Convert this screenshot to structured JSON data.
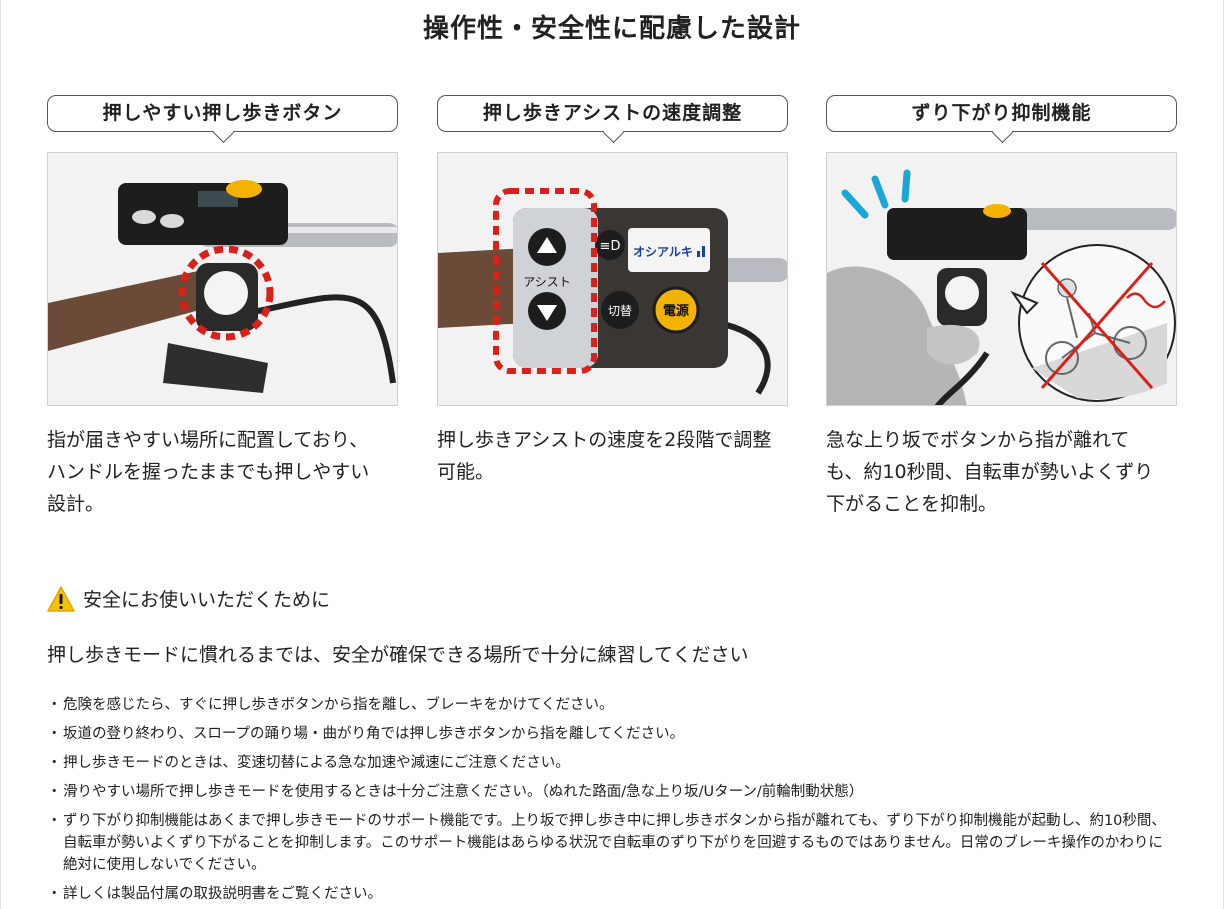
{
  "page": {
    "title": "操作性・安全性に配慮した設計"
  },
  "features": [
    {
      "label": "押しやすい押し歩きボタン",
      "desc_lines": [
        "指が届きやすい場所に配置しており、",
        "ハンドルを握ったままでも押しやすい",
        "設計。"
      ]
    },
    {
      "label": "押し歩きアシストの速度調整",
      "desc_lines": [
        "押し歩きアシストの速度を2段階で調整",
        "可能。"
      ],
      "panel": {
        "assist_label": "アシスト",
        "display_text": "オシアルキ",
        "switch_label": "切替",
        "power_label": "電源"
      }
    },
    {
      "label": "ずり下がり抑制機能",
      "desc_lines": [
        "急な上り坂でボタンから指が離れて",
        "も、約10秒間、自転車が勢いよくずり",
        "下がることを抑制。"
      ]
    }
  ],
  "safety": {
    "heading": "安全にお使いいただくために",
    "lead": "押し歩きモードに慣れるまでは、安全が確保できる場所で十分に練習してください",
    "notes": [
      "危険を感じたら、すぐに押し歩きボタンから指を離し、ブレーキをかけてください。",
      "坂道の登り終わり、スロープの踊り場・曲がり角では押し歩きボタンから指を離してください。",
      "押し歩きモードのときは、変速切替による急な加速や減速にご注意ください。",
      "滑りやすい場所で押し歩きモードを使用するときは十分ご注意ください。（ぬれた路面/急な上り坂/Uターン/前輪制動状態）",
      "ずり下がり抑制機能はあくまで押し歩きモードのサポート機能です。上り坂で押し歩き中に押し歩きボタンから指が離れても、ずり下がり抑制機能が起動し、約10秒間、自転車が勢いよくずり下がることを抑制します。このサポート機能はあらゆる状況で自転車のずり下がりを回避するものではありません。日常のブレーキ操作のかわりに絶対に使用しないでください。",
      "詳しくは製品付属の取扱説明書をご覧ください。"
    ]
  },
  "colors": {
    "highlight_red": "#d9201a",
    "accent_blue": "#1aa6d9",
    "power_orange": "#f3b300"
  }
}
